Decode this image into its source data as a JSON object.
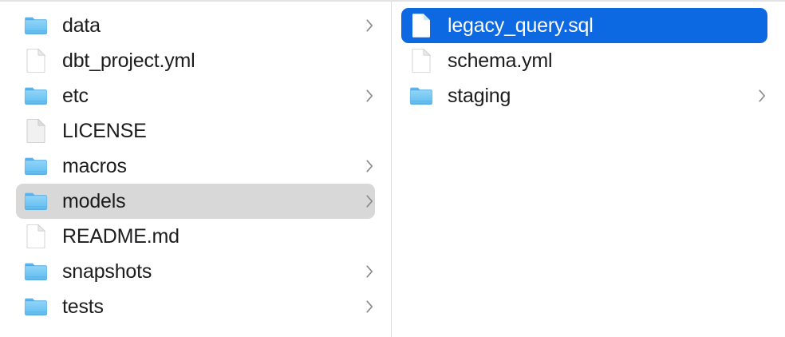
{
  "window": {
    "view_mode": "column-view",
    "accent_color": "#0d69e1",
    "selection_gray": "#d8d8d8",
    "folder_color": "#6fc5f5",
    "divider_color": "#dcdcde"
  },
  "columns": [
    {
      "name": "parent-column",
      "items": [
        {
          "label": "data",
          "kind": "folder",
          "icon": "folder-icon",
          "has_chevron": true,
          "selected": false
        },
        {
          "label": "dbt_project.yml",
          "kind": "file",
          "icon": "document-icon",
          "has_chevron": false,
          "selected": false
        },
        {
          "label": "etc",
          "kind": "folder",
          "icon": "folder-icon",
          "has_chevron": true,
          "selected": false
        },
        {
          "label": "LICENSE",
          "kind": "file",
          "icon": "document-icon-plain",
          "has_chevron": false,
          "selected": false
        },
        {
          "label": "macros",
          "kind": "folder",
          "icon": "folder-icon",
          "has_chevron": true,
          "selected": false
        },
        {
          "label": "models",
          "kind": "folder",
          "icon": "folder-icon",
          "has_chevron": true,
          "selected": true
        },
        {
          "label": "README.md",
          "kind": "file",
          "icon": "document-icon",
          "has_chevron": false,
          "selected": false
        },
        {
          "label": "snapshots",
          "kind": "folder",
          "icon": "folder-icon",
          "has_chevron": true,
          "selected": false
        },
        {
          "label": "tests",
          "kind": "folder",
          "icon": "folder-icon",
          "has_chevron": true,
          "selected": false
        }
      ]
    },
    {
      "name": "child-column",
      "items": [
        {
          "label": "legacy_query.sql",
          "kind": "file",
          "icon": "document-icon",
          "has_chevron": false,
          "selected": true
        },
        {
          "label": "schema.yml",
          "kind": "file",
          "icon": "document-icon",
          "has_chevron": false,
          "selected": false
        },
        {
          "label": "staging",
          "kind": "folder",
          "icon": "folder-icon",
          "has_chevron": true,
          "selected": false
        }
      ]
    }
  ]
}
